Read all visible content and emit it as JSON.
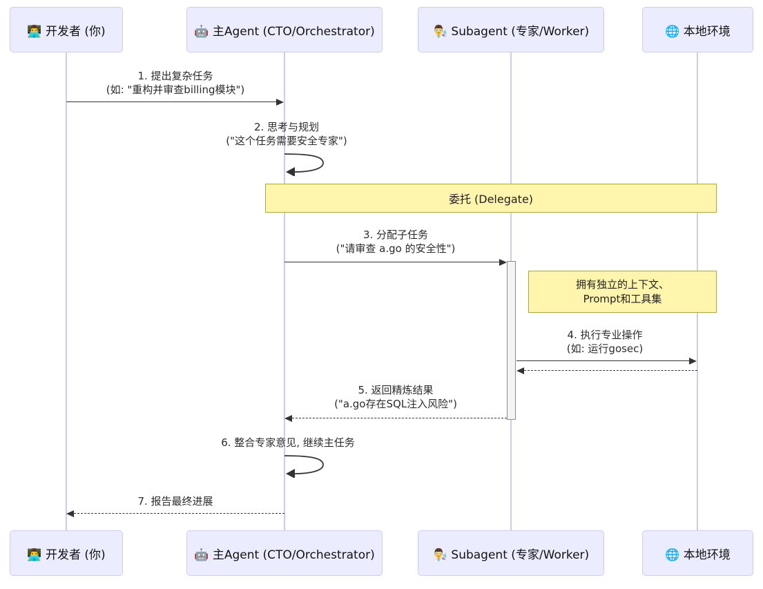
{
  "diagram": {
    "type": "sequence-diagram",
    "participants": [
      {
        "id": "developer",
        "label": "👨‍💻 开发者 (你)"
      },
      {
        "id": "main-agent",
        "label": "🤖 主Agent (CTO/Orchestrator)"
      },
      {
        "id": "subagent",
        "label": "👨‍🔬 Subagent (专家/Worker)"
      },
      {
        "id": "local-env",
        "label": "🌐 本地环境"
      }
    ],
    "messages": [
      {
        "from": "developer",
        "to": "main-agent",
        "style": "solid",
        "line1": "1. 提出复杂任务",
        "line2": "(如: \"重构并审查billing模块\")"
      },
      {
        "from": "main-agent",
        "to": "main-agent",
        "style": "self-loop",
        "line1": "2. 思考与规划",
        "line2": "(\"这个任务需要安全专家\")"
      },
      {
        "from": "main-agent",
        "to": "subagent",
        "style": "solid",
        "line1": "3. 分配子任务",
        "line2": "(\"请审查 a.go 的安全性\")"
      },
      {
        "from": "subagent",
        "to": "local-env",
        "style": "solid-with-dashed-return",
        "line1": "4. 执行专业操作",
        "line2": "(如: 运行gosec)"
      },
      {
        "from": "subagent",
        "to": "main-agent",
        "style": "dashed",
        "line1": "5. 返回精炼结果",
        "line2": "(\"a.go存在SQL注入风险\")"
      },
      {
        "from": "main-agent",
        "to": "main-agent",
        "style": "self-loop",
        "line1": "6. 整合专家意见, 继续主任务",
        "line2": ""
      },
      {
        "from": "main-agent",
        "to": "developer",
        "style": "dashed",
        "line1": "7. 报告最终进展",
        "line2": ""
      }
    ],
    "band": {
      "label": "委托 (Delegate)"
    },
    "note": {
      "over": "subagent-to-local-env",
      "line1": "拥有独立的上下文、",
      "line2": "Prompt和工具集"
    },
    "colors": {
      "actor_fill": "#ECECFF",
      "actor_border": "#cfcbed",
      "lifeline": "#cfcbed",
      "note_fill": "#fff5ad",
      "note_border": "#aaaa33",
      "arrow": "#333333",
      "activation_fill": "#f4f4f4",
      "background": "#ffffff"
    }
  }
}
